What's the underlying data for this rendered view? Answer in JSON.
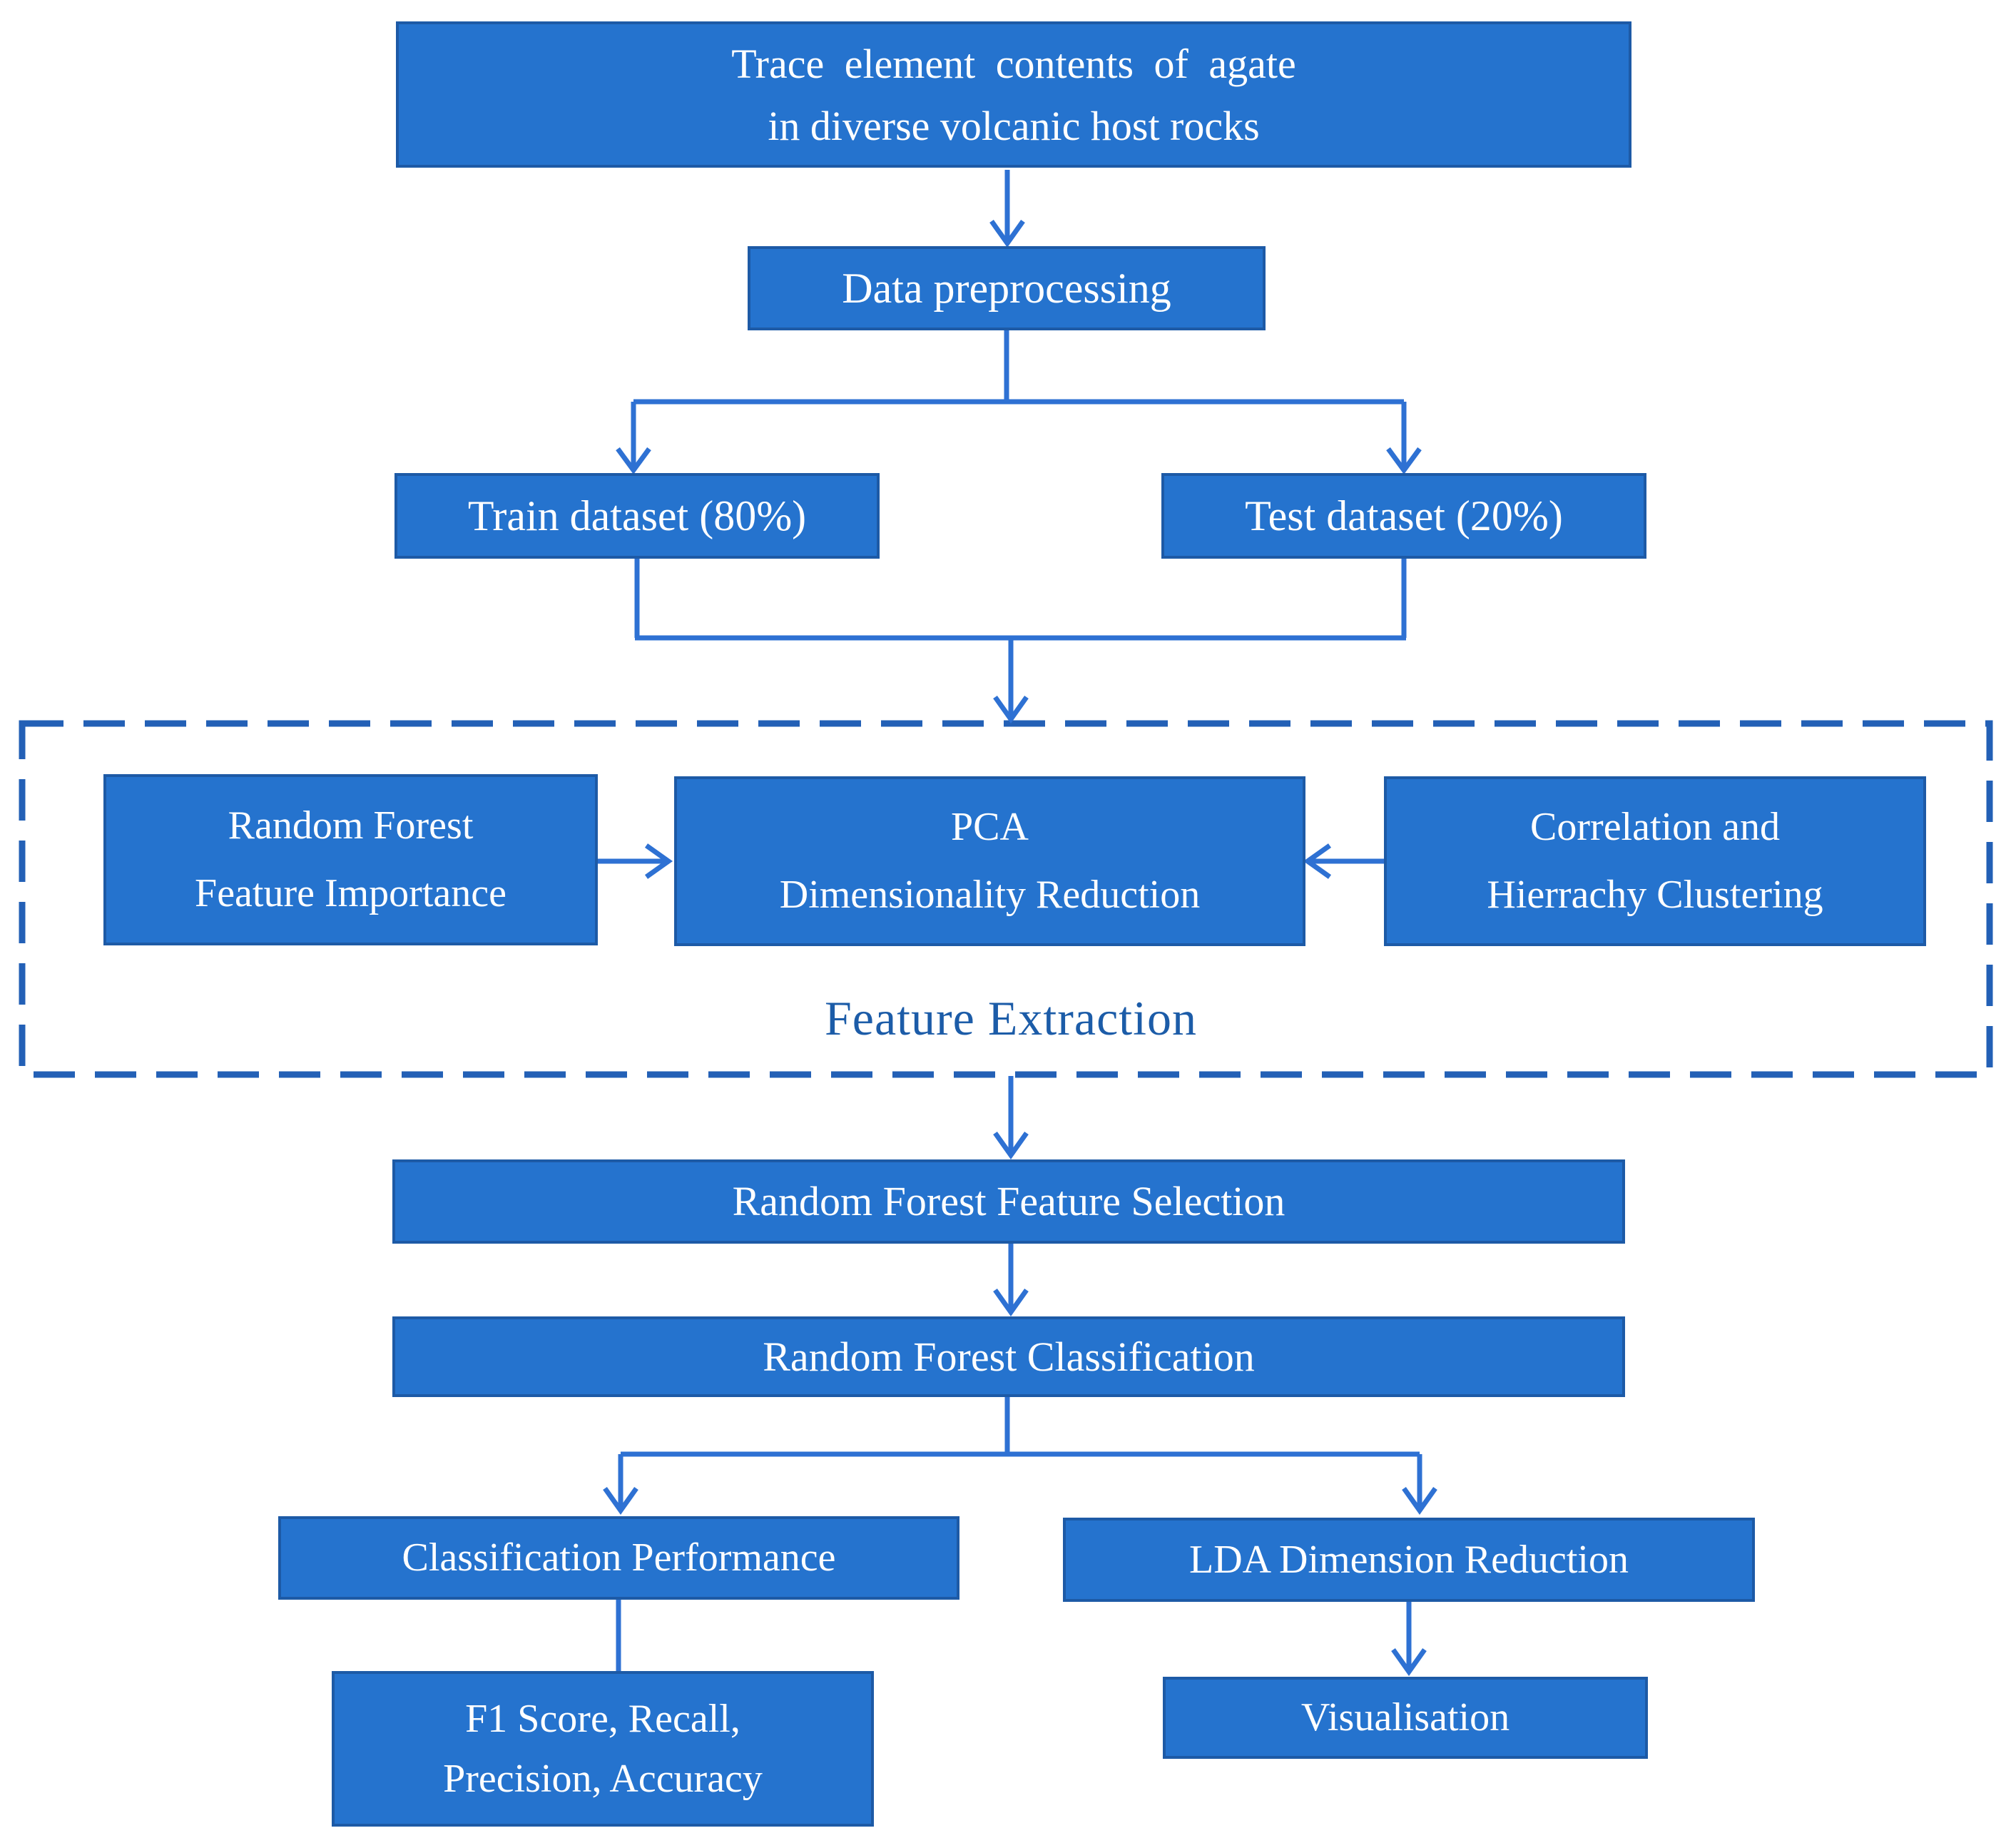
{
  "nodes": {
    "trace": {
      "lines": [
        "Trace element contents of agate",
        "in diverse volcanic host rocks"
      ]
    },
    "preprocessing": {
      "lines": [
        "Data preprocessing"
      ]
    },
    "train": {
      "lines": [
        "Train dataset (80%)"
      ]
    },
    "test": {
      "lines": [
        "Test dataset (20%)"
      ]
    },
    "rf_importance": {
      "lines": [
        "Random Forest",
        "Feature Importance"
      ]
    },
    "pca": {
      "lines": [
        "PCA",
        "Dimensionality Reduction"
      ]
    },
    "correlation": {
      "lines": [
        "Correlation and",
        "Hierrachy Clustering"
      ]
    },
    "rf_selection": {
      "lines": [
        "Random Forest Feature Selection"
      ]
    },
    "rf_classification": {
      "lines": [
        "Random Forest Classification"
      ]
    },
    "classification_performance": {
      "lines": [
        "Classification Performance"
      ]
    },
    "lda": {
      "lines": [
        "LDA Dimension Reduction"
      ]
    },
    "metrics": {
      "lines": [
        "F1 Score, Recall,",
        "Precision, Accuracy"
      ]
    },
    "visualisation": {
      "lines": [
        "Visualisation"
      ]
    }
  },
  "labels": {
    "feature_extraction": "Feature Extraction"
  },
  "colors": {
    "box_fill": "#2573CE",
    "box_border": "#1D5AA6",
    "box_text": "#FFFFFF",
    "line": "#2E71D3",
    "dashed_border": "#2360B6",
    "label_text": "#1C5CA8",
    "background": "#FFFFFF"
  }
}
